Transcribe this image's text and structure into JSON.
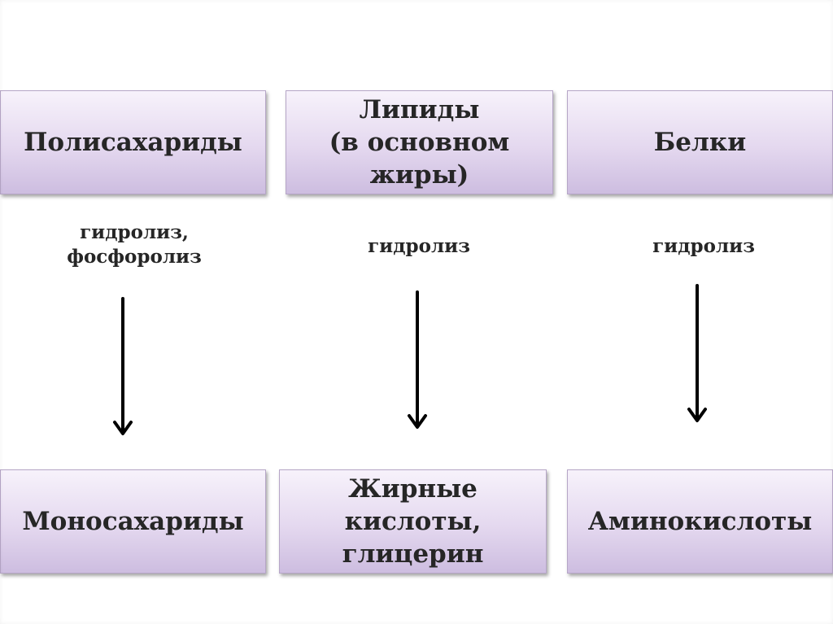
{
  "sources": [
    {
      "id": "polysaccharides",
      "label": "Полисахариды"
    },
    {
      "id": "lipids",
      "label": "Липиды\n(в основном\nжиры)"
    },
    {
      "id": "proteins",
      "label": "Белки"
    }
  ],
  "processes": [
    {
      "id": "polysaccharides",
      "label": "гидролиз,\nфосфоролиз"
    },
    {
      "id": "lipids",
      "label": "гидролиз"
    },
    {
      "id": "proteins",
      "label": "гидролиз"
    }
  ],
  "products": [
    {
      "id": "monosaccharides",
      "label": "Моносахариды"
    },
    {
      "id": "fatty-acids",
      "label": "Жирные\nкислоты,\nглицерин"
    },
    {
      "id": "amino-acids",
      "label": "Аминокислоты"
    }
  ],
  "colors": {
    "box_top": "#f7f2fb",
    "box_bottom": "#cdbde0",
    "text": "#262626",
    "arrow": "#000000"
  }
}
